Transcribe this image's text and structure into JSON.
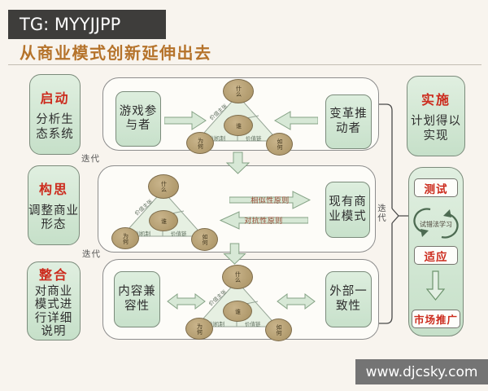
{
  "header": {
    "badge": "TG: MYYJJPP",
    "title": "从商业模式创新延伸出去"
  },
  "watermark": "www.djcsky.com",
  "phases_left": [
    {
      "title": "启动",
      "desc": "分析生态系统"
    },
    {
      "title": "构思",
      "desc": "调整商业形态"
    },
    {
      "title": "整合",
      "desc": "对商业模式进行详细说明"
    }
  ],
  "phase_implement": {
    "title": "实施",
    "desc": "计划得以实现"
  },
  "iteration_label": "迭代",
  "triangle": {
    "what": "什么",
    "who": "谁",
    "why": "为何",
    "how": "如何",
    "value_proposition": "价值主张",
    "profit_mechanism": "盈利机制",
    "value_chain": "价值链"
  },
  "rows": {
    "row1": {
      "left": "游戏参与者",
      "right": "变革推动者"
    },
    "row2": {
      "similarity": "相似性原则",
      "confrontation": "对抗性原则",
      "right": "现有商业模式"
    },
    "row3": {
      "left": "内容兼容性",
      "right": "外部一致性"
    }
  },
  "loop": {
    "test": "测试",
    "trial": "试错法学习",
    "adapt": "适应",
    "market": "市场推广"
  },
  "colors": {
    "accent_red": "#cc2b1d",
    "title_orange": "#b5732b",
    "box_green": "#cde4cd",
    "ellipse_tan": "#b9a47b",
    "badge_dark": "#3e3d3b",
    "watermark_gray": "#747474"
  }
}
